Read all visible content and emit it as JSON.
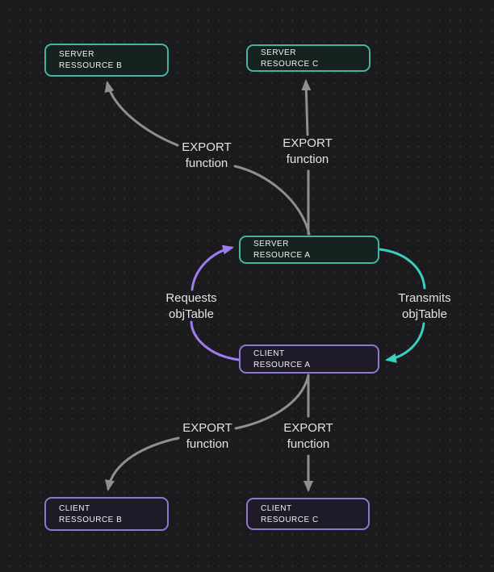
{
  "diagram": {
    "nodes": {
      "server_b": {
        "line1": "SERVER",
        "line2": "RESSOURCE B"
      },
      "server_c": {
        "line1": "SERVER",
        "line2": "RESOURCE C"
      },
      "server_a": {
        "line1": "SERVER",
        "line2": "RESOURCE A"
      },
      "client_a": {
        "line1": "CLIENT",
        "line2": "RESOURCE A"
      },
      "client_b": {
        "line1": "CLIENT",
        "line2": "RESSOURCE B"
      },
      "client_c": {
        "line1": "CLIENT",
        "line2": "RESOURCE C"
      }
    },
    "edge_labels": {
      "export_top_left": {
        "line1": "EXPORT",
        "line2": "function"
      },
      "export_top_right": {
        "line1": "EXPORT",
        "line2": "function"
      },
      "requests": {
        "line1": "Requests",
        "line2": "objTable"
      },
      "transmits": {
        "line1": "Transmits",
        "line2": "objTable"
      },
      "export_bottom_left": {
        "line1": "EXPORT",
        "line2": "function"
      },
      "export_bottom_right": {
        "line1": "EXPORT",
        "line2": "function"
      }
    },
    "colors": {
      "background": "#1b1b1d",
      "grid_dot": "#2d2d30",
      "server_border": "#45b3a2",
      "server_fill": "#152220",
      "client_border": "#8d77cf",
      "client_fill": "#1e1a28",
      "arrow_gray": "#8f8f8f",
      "arrow_purple": "#9e7cf0",
      "arrow_teal": "#38cfbc",
      "label_text": "#e3e3e3",
      "node_text": "#f2f2f2"
    }
  }
}
